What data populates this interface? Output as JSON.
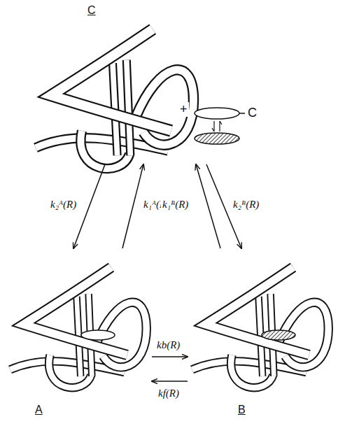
{
  "diagram": {
    "nodes": [
      {
        "text": [
          "C"
        ]
      },
      {
        "text": [
          "A"
        ]
      },
      {
        "text": [
          "B"
        ]
      }
    ],
    "edges": [
      {
        "from": 0,
        "to": 1,
        "arrow": "to",
        "label": "k₂ᴬ(R)"
      },
      {
        "from": 1,
        "to": 0,
        "arrow": "to",
        "label": "k₁ᴬ(R)"
      },
      {
        "from": 2,
        "to": 0,
        "arrow": "to",
        "label": "k₁ᴮ(R)"
      },
      {
        "from": 0,
        "to": 2,
        "arrow": "to",
        "label": "k₂ᴮ(R)"
      },
      {
        "from": 1,
        "to": 2,
        "arrow": "to",
        "label": "kb(R)"
      },
      {
        "from": 2,
        "to": 1,
        "arrow": "to",
        "label": "kf(R)"
      }
    ],
    "labels": [
      "+",
      "C"
    ]
  }
}
